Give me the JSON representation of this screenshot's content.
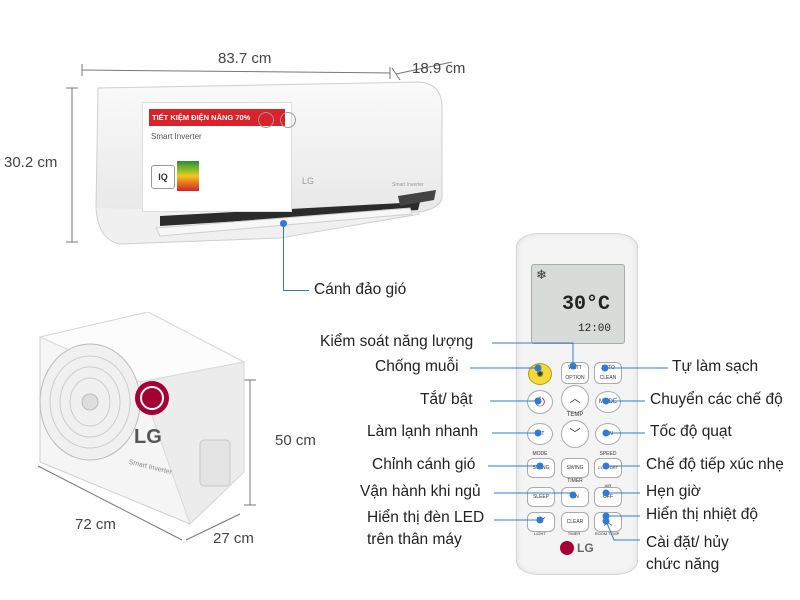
{
  "indoor": {
    "width": "83.7 cm",
    "depth": "18.9 cm",
    "height": "30.2 cm",
    "sticker_text": "TIẾT KIỆM ĐIỆN NĂNG 70%",
    "brand_line": "Smart Inverter",
    "logo": "LG",
    "part_label": "Cánh đảo gió"
  },
  "outdoor": {
    "height": "50 cm",
    "width": "72 cm",
    "depth": "27 cm",
    "logo": "LG",
    "brand_line": "Smart Inverter"
  },
  "remote": {
    "screen_temp": "30°C",
    "screen_time": "12:00",
    "temp_label": "TEMP",
    "timer_label": "TIMER",
    "logo": "LG",
    "buttons": {
      "watt": "WATT OPTION",
      "auto_clean": "AUTO CLEAN",
      "mode": "MODE",
      "jet_mode": "JET MODE",
      "fan_speed": "FAN SPEED",
      "swing1": "SWING",
      "swing2": "SWING",
      "comfort_air": "COMFORT AIR",
      "sleep": "SLEEP",
      "on": "ON",
      "off": "OFF",
      "clear": "CLEAR",
      "light": "LIGHT",
      "timer": "TIMER",
      "room_temp": "ROOM TEMP"
    }
  },
  "labels_left": [
    "Kiểm soát năng lượng",
    "Chống muỗi",
    "Tắt/ bật",
    "Làm lạnh nhanh",
    "Chỉnh cánh gió",
    "Vận hành khi ngủ",
    "Hiển thị đèn LED",
    "trên thân máy"
  ],
  "labels_right": [
    "Tự làm sạch",
    "Chuyển các chế độ",
    "Tốc độ quạt",
    "Chế độ tiếp xúc nhẹ",
    "Hẹn giờ",
    "Hiển thị nhiệt độ",
    "Cài đặt/ hủy",
    "chức năng"
  ],
  "colors": {
    "accent": "#2f7bd6",
    "sticker_red": "#d8232a",
    "lg_red": "#a50034"
  }
}
